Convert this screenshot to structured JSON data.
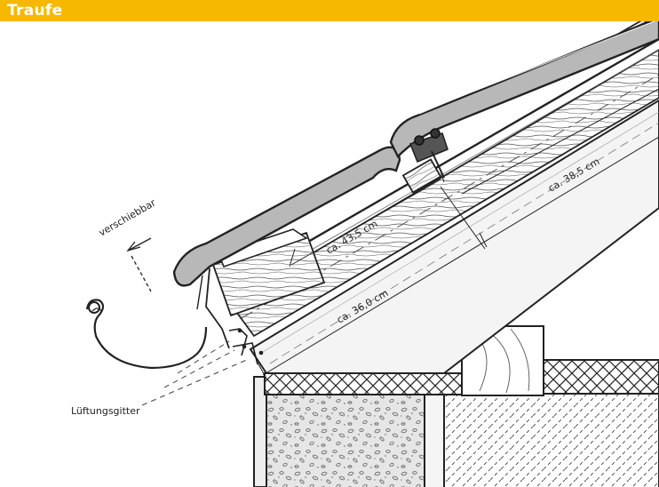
{
  "header": {
    "title": "Traufe"
  },
  "colors": {
    "header_bg": "#f6b800",
    "tile": "#b8b8b8",
    "fascia": "#e8e8e8",
    "line": "#222222"
  },
  "labels": {
    "sliding": "verschiebbar",
    "vent_grille": "Lüftungsgitter",
    "dim_1": "ca. 43,5 cm",
    "dim_2": "ca. 38,5 cm",
    "dim_3": "ca. 36,0 cm"
  }
}
